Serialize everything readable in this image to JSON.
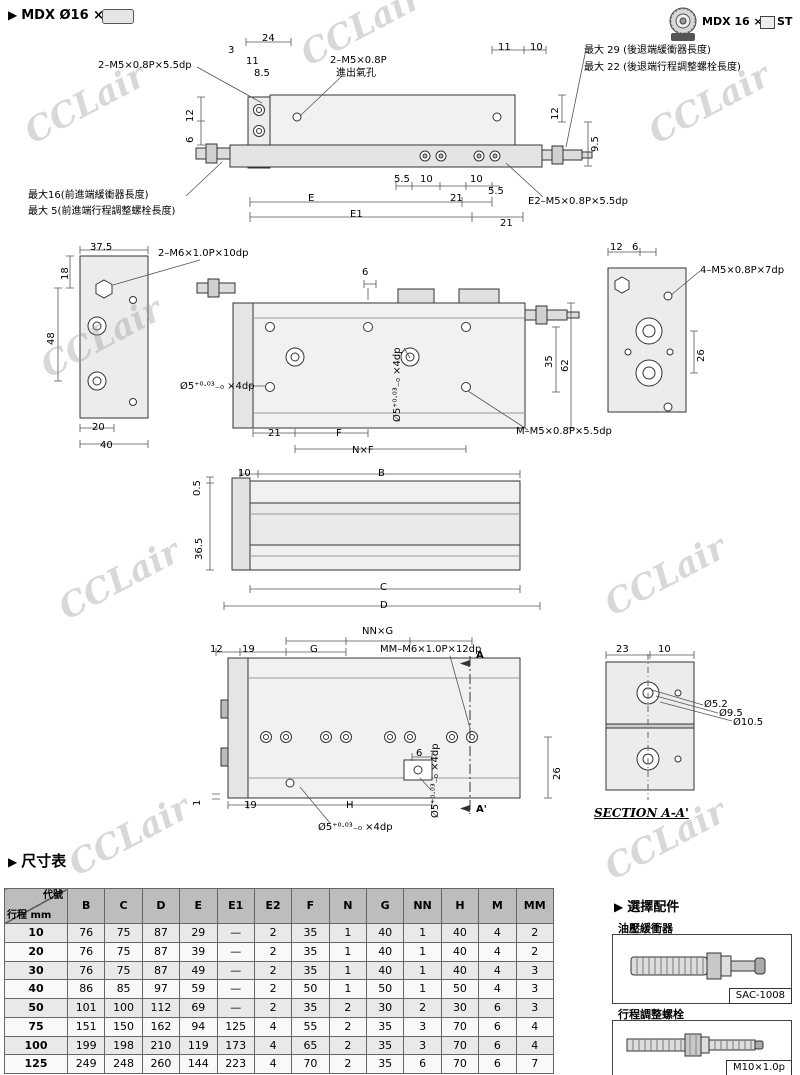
{
  "icons": {
    "bullet": "▶"
  },
  "watermark": {
    "text": "CCLair"
  },
  "header": {
    "left_title": "MDX Ø16 ×",
    "right_prefix": "MDX 16 ×",
    "right_suffix": "ST"
  },
  "view1": {
    "dim_24": "24",
    "dim_3": "3",
    "dim_11a": "11",
    "dim_8_5": "8.5",
    "thread_left": "2–M5×0.8P×5.5dp",
    "port_line1": "2–M5×0.8P",
    "port_line2": "進出氣孔",
    "dim_11b": "11",
    "dim_10a": "10",
    "note_max29": "最大 29 (後退端緩衝器長度)",
    "note_max22": "最大 22 (後退端行程調整螺栓長度)",
    "dim_12a": "12",
    "dim_6": "6",
    "dim_12b": "12",
    "dim_9_5": "9.5",
    "dim_5_5a": "5.5",
    "dim_10b": "10",
    "dim_10c": "10",
    "dim_E": "E",
    "dim_21a": "21",
    "dim_5_5b": "5.5",
    "thread_right": "E2–M5×0.8P×5.5dp",
    "dim_E1": "E1",
    "dim_21b": "21",
    "note_max16": "最大16(前進端緩衝器長度)",
    "note_max5": "最大 5(前進端行程調整螺栓長度)"
  },
  "view2": {
    "dim_37_5": "37.5",
    "dim_18": "18",
    "dim_48": "48",
    "dim_20": "20",
    "dim_40": "40",
    "thread_top": "2–M6×1.0P×10dp",
    "dim_6a": "6",
    "hole_left": "Ø5⁺⁰·⁰³₋₀ ×4dp",
    "dim_21": "21",
    "dim_F": "F",
    "dim_NxF": "N×F",
    "hole_mid": "Ø5⁺⁰·⁰³₋₀ ×4dp",
    "dim_35": "35",
    "dim_62": "62",
    "thread_M": "M–M5×0.8P×5.5dp",
    "dim_12": "12",
    "dim_6b": "6",
    "thread_4M5": "4–M5×0.8P×7dp",
    "dim_26": "26"
  },
  "view3": {
    "dim_10": "10",
    "dim_B": "B",
    "dim_0_5": "0.5",
    "dim_36_5": "36.5",
    "dim_C": "C",
    "dim_D": "D"
  },
  "view4": {
    "dim_NNxG": "NN×G",
    "dim_12": "12",
    "dim_19a": "19",
    "dim_G": "G",
    "thread_MM": "MM–M6×1.0P×12dp",
    "label_A": "A",
    "dim_26": "26",
    "dim_6": "6",
    "dim_1": "1",
    "dim_19b": "19",
    "dim_H": "H",
    "label_A2": "A'",
    "hole_bottom": "Ø5⁺⁰·⁰³₋₀ ×4dp",
    "hole_right": "Ø5⁺⁰·⁰³₋₀ ×4dp"
  },
  "view5": {
    "dim_23": "23",
    "dim_10": "10",
    "dia_5_2": "Ø5.2",
    "dia_9_5": "Ø9.5",
    "dia_10_5": "Ø10.5",
    "section_label": "SECTION A-A'"
  },
  "table_section": {
    "title": "尺寸表"
  },
  "table": {
    "corner_top": "代號",
    "corner_bottom": "行程 mm",
    "headers": [
      "B",
      "C",
      "D",
      "E",
      "E1",
      "E2",
      "F",
      "N",
      "G",
      "NN",
      "H",
      "M",
      "MM"
    ],
    "rows": [
      [
        "10",
        "76",
        "75",
        "87",
        "29",
        "—",
        "2",
        "35",
        "1",
        "40",
        "1",
        "40",
        "4",
        "2"
      ],
      [
        "20",
        "76",
        "75",
        "87",
        "39",
        "—",
        "2",
        "35",
        "1",
        "40",
        "1",
        "40",
        "4",
        "2"
      ],
      [
        "30",
        "76",
        "75",
        "87",
        "49",
        "—",
        "2",
        "35",
        "1",
        "40",
        "1",
        "40",
        "4",
        "3"
      ],
      [
        "40",
        "86",
        "85",
        "97",
        "59",
        "—",
        "2",
        "50",
        "1",
        "50",
        "1",
        "50",
        "4",
        "3"
      ],
      [
        "50",
        "101",
        "100",
        "112",
        "69",
        "—",
        "2",
        "35",
        "2",
        "30",
        "2",
        "30",
        "6",
        "3"
      ],
      [
        "75",
        "151",
        "150",
        "162",
        "94",
        "125",
        "4",
        "55",
        "2",
        "35",
        "3",
        "70",
        "6",
        "4"
      ],
      [
        "100",
        "199",
        "198",
        "210",
        "119",
        "173",
        "4",
        "65",
        "2",
        "35",
        "3",
        "70",
        "6",
        "4"
      ],
      [
        "125",
        "249",
        "248",
        "260",
        "144",
        "223",
        "4",
        "70",
        "2",
        "35",
        "6",
        "70",
        "6",
        "7"
      ]
    ]
  },
  "accessories": {
    "title": "選擇配件",
    "item1_label": "油壓緩衝器",
    "item1_tag": "SAC-1008",
    "item2_label": "行程調整螺栓",
    "item2_tag": "M10×1.0p"
  }
}
